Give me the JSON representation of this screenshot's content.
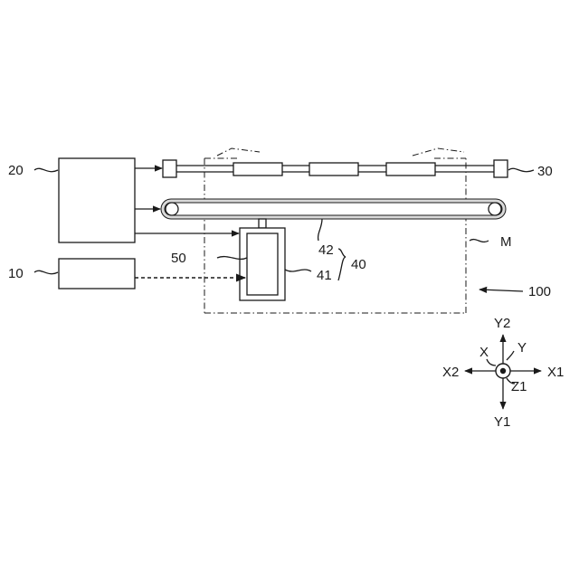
{
  "labels": {
    "controller_20": "20",
    "unit_10": "10",
    "rail_30": "30",
    "probe_50": "50",
    "part_42": "42",
    "part_41": "41",
    "group_40": "40",
    "region_m": "M",
    "apparatus_100": "100"
  },
  "axes": {
    "y2": "Y2",
    "y1": "Y1",
    "x1": "X1",
    "x2": "X2",
    "x": "X",
    "y": "Y",
    "z1": "Z1"
  }
}
